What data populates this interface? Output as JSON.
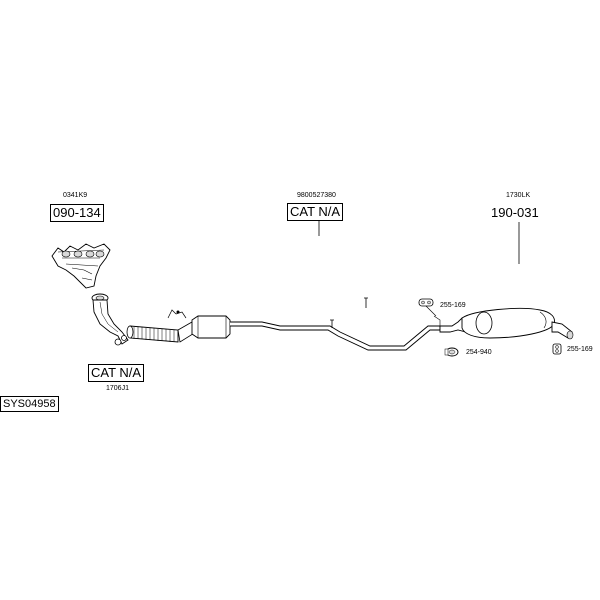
{
  "system": {
    "code": "SYS04958"
  },
  "parts": {
    "manifold": {
      "code": "0341K9",
      "number": "090-134"
    },
    "front_pipe": {
      "code": "1706J1",
      "number": "CAT N/A"
    },
    "center_section": {
      "code": "9800527380",
      "number": "CAT N/A"
    },
    "rear_silencer": {
      "code": "1730LK",
      "number": "190-031"
    }
  },
  "hardware": {
    "hanger_top": {
      "number": "255-169",
      "icon": "rubber-hanger-icon"
    },
    "clamp": {
      "number": "254-940",
      "icon": "clamp-ring-icon"
    },
    "hanger_tail": {
      "number": "255-169",
      "icon": "rubber-hanger-icon"
    }
  },
  "colors": {
    "line": "#000000",
    "pipe_fill": "#ffffff",
    "shade": "#d9d9d9"
  }
}
